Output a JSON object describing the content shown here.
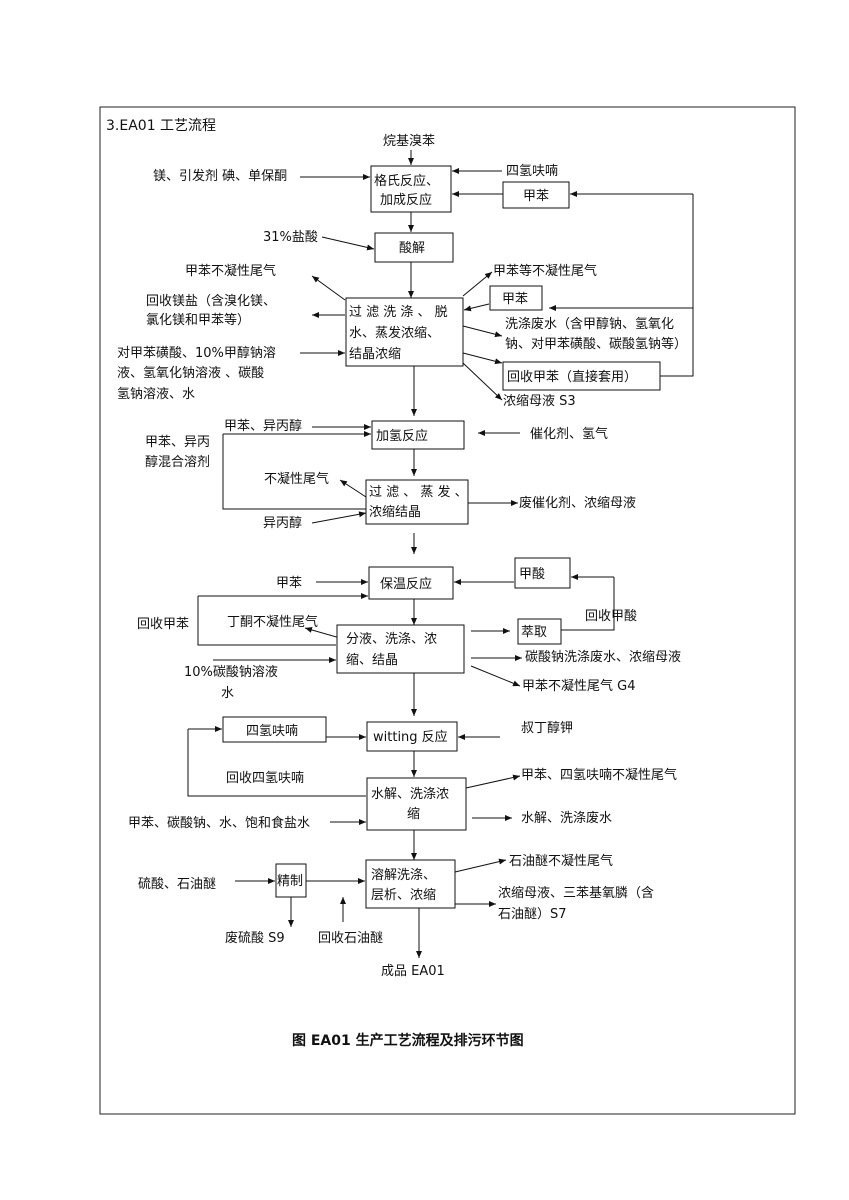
{
  "section_heading": "3.EA01 工艺流程",
  "caption": "图 EA01 生产工艺流程及排污环节图",
  "boxes": {
    "grignard": [
      "格氏反应、",
      "加成反应"
    ],
    "toluene_in": "甲苯",
    "acidolysis": "酸解",
    "filter1": [
      "过 滤 洗 涤 、 脱",
      "水、蒸发浓缩、",
      "结晶浓缩"
    ],
    "toluene_mid": "甲苯",
    "recover_toluene": "回收甲苯（直接套用）",
    "hydrogenation": "加氢反应",
    "filter2": [
      "过 滤 、 蒸 发 、",
      "浓缩结晶"
    ],
    "insulation": "保温反应",
    "formic_acid": "甲酸",
    "extraction": "萃取",
    "separation": [
      "分液、洗涤、浓",
      "缩、结晶"
    ],
    "thf_box": "四氢呋喃",
    "witting": "witting 反应",
    "hydrolysis": [
      "水解、洗涤浓",
      "缩"
    ],
    "refine": "精制",
    "dissolve": [
      "溶解洗涤、",
      "层析、浓缩"
    ]
  },
  "labels": {
    "alkyl_bromobenzene": "烷基溴苯",
    "mg_inputs": "镁、引发剂 碘、单保酮",
    "thf_in": "四氢呋喃",
    "hcl": "31%盐酸",
    "toluene_gas1": "甲苯不凝性尾气",
    "recover_mg_salt": [
      "回收镁盐（含溴化镁、",
      "氯化镁和甲苯等）"
    ],
    "inputs_filter1": [
      "对甲苯磺酸、10%甲醇钠溶",
      "液、氢氧化钠溶液 、碳酸",
      "氢钠溶液、水"
    ],
    "toluene_gas2": "甲苯等不凝性尾气",
    "wash_waste": [
      "洗涤废水（含甲醇钠、氢氧化",
      "钠、对甲苯磺酸、碳酸氢钠等）"
    ],
    "s3": "浓缩母液 S3",
    "toluene_ipa": "甲苯、异丙醇",
    "mixed_solvent": [
      "甲苯、异丙",
      "醇混合溶剂"
    ],
    "catalyst_h2": "催化剂、氢气",
    "noncond_gas": "不凝性尾气",
    "waste_catalyst": "废催化剂、浓缩母液",
    "ipa": "异丙醇",
    "toluene_in3": "甲苯",
    "recover_toluene2": "回收甲苯",
    "acetone_gas": "丁酮不凝性尾气",
    "recover_formic": "回收甲酸",
    "na2co3_in": [
      "10%碳酸钠溶液",
      "水"
    ],
    "na2co3_waste": "碳酸钠洗涤废水、浓缩母液",
    "g4": "甲苯不凝性尾气 G4",
    "ktbuo": "叔丁醇钾",
    "recover_thf": "回收四氢呋喃",
    "thf_gas": "甲苯、四氢呋喃不凝性尾气",
    "hydrolysis_inputs": "甲苯、碳酸钠、水、饱和食盐水",
    "hydrolysis_waste": "水解、洗涤废水",
    "h2so4_pe": "硫酸、石油醚",
    "pe_gas": "石油醚不凝性尾气",
    "s7": [
      "浓缩母液、三苯基氧膦（含",
      "石油醚）S7"
    ],
    "s9": "废硫酸 S9",
    "recover_pe": "回收石油醚",
    "product": "成品 EA01"
  }
}
